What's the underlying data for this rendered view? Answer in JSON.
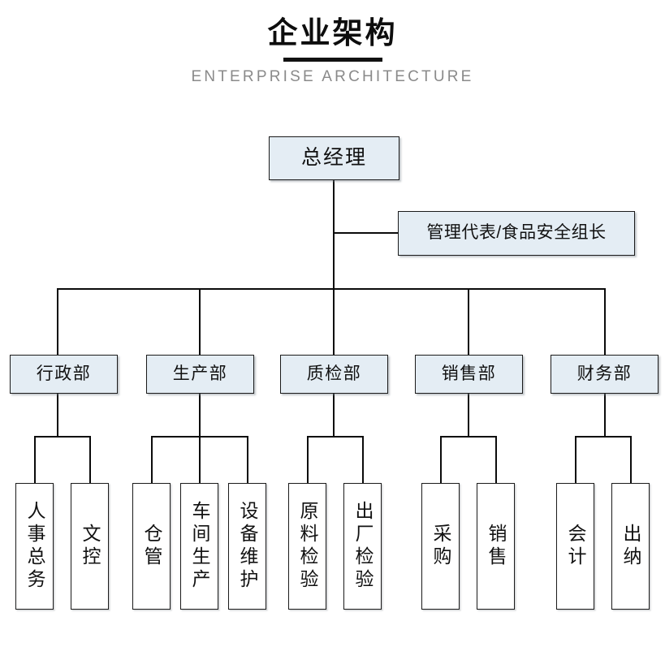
{
  "header": {
    "title": "企业架构",
    "subtitle": "ENTERPRISE ARCHITECTURE"
  },
  "colors": {
    "node_fill": "#e4edf4",
    "node_border": "#1b1b1b",
    "leaf_fill": "#ffffff",
    "line": "#0b0b0b",
    "title": "#0d0d0d",
    "subtitle": "#8a8a8a",
    "background": "#ffffff"
  },
  "chart_data": {
    "type": "diagram",
    "diagram_type": "organization-chart",
    "title": "企业架构",
    "subtitle": "ENTERPRISE ARCHITECTURE",
    "root": "总经理",
    "staff": "管理代表/食品安全组长",
    "levels": 3,
    "nodes": [
      {
        "id": "gm",
        "label": "总经理",
        "level": 1,
        "parent": null
      },
      {
        "id": "mgmt_rep",
        "label": "管理代表/食品安全组长",
        "level": 1,
        "parent": "gm",
        "relation": "staff"
      },
      {
        "id": "admin",
        "label": "行政部",
        "level": 2,
        "parent": "gm"
      },
      {
        "id": "prod",
        "label": "生产部",
        "level": 2,
        "parent": "gm"
      },
      {
        "id": "qc",
        "label": "质检部",
        "level": 2,
        "parent": "gm"
      },
      {
        "id": "sales",
        "label": "销售部",
        "level": 2,
        "parent": "gm"
      },
      {
        "id": "finance",
        "label": "财务部",
        "level": 2,
        "parent": "gm"
      },
      {
        "id": "hr",
        "label": "人事总务",
        "level": 3,
        "parent": "admin"
      },
      {
        "id": "doc",
        "label": "文控",
        "level": 3,
        "parent": "admin"
      },
      {
        "id": "wh",
        "label": "仓管",
        "level": 3,
        "parent": "prod"
      },
      {
        "id": "shop",
        "label": "车间生产",
        "level": 3,
        "parent": "prod"
      },
      {
        "id": "maint",
        "label": "设备维护",
        "level": 3,
        "parent": "prod"
      },
      {
        "id": "raw",
        "label": "原料检验",
        "level": 3,
        "parent": "qc"
      },
      {
        "id": "out",
        "label": "出厂检验",
        "level": 3,
        "parent": "qc"
      },
      {
        "id": "purch",
        "label": "采购",
        "level": 3,
        "parent": "sales"
      },
      {
        "id": "sell",
        "label": "销售",
        "level": 3,
        "parent": "sales"
      },
      {
        "id": "acct",
        "label": "会计",
        "level": 3,
        "parent": "finance"
      },
      {
        "id": "cash",
        "label": "出纳",
        "level": 3,
        "parent": "finance"
      }
    ]
  },
  "org": {
    "gm": "总经理",
    "mgmt_rep": "管理代表/食品安全组长",
    "departments": [
      {
        "name": "行政部",
        "children": [
          "人事总务",
          "文控"
        ]
      },
      {
        "name": "生产部",
        "children": [
          "仓管",
          "车间生产",
          "设备维护"
        ]
      },
      {
        "name": "质检部",
        "children": [
          "原料检验",
          "出厂检验"
        ]
      },
      {
        "name": "销售部",
        "children": [
          "采购",
          "销售"
        ]
      },
      {
        "name": "财务部",
        "children": [
          "会计",
          "出纳"
        ]
      }
    ]
  }
}
